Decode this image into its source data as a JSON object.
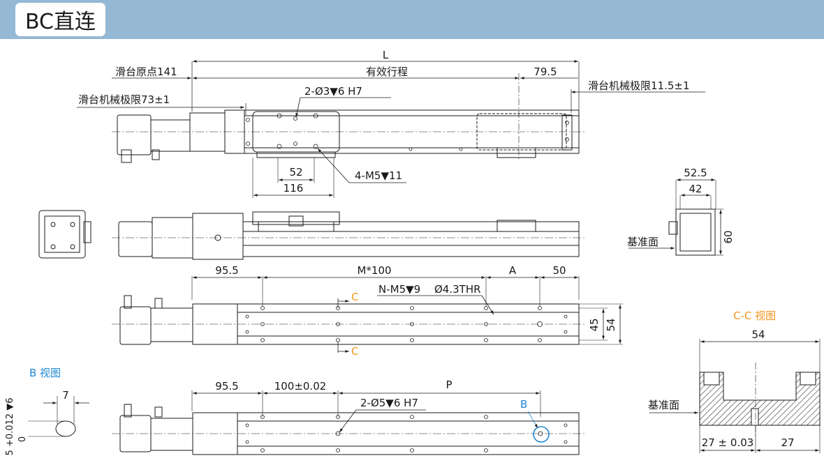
{
  "header": {
    "title": "BC直连"
  },
  "top_view": {
    "dim_L": "L",
    "slide_origin": "滑台原点141",
    "effective_stroke": "有效行程",
    "dim_79_5": "79.5",
    "mech_limit_left": "滑台机械极限73±1",
    "mech_limit_right": "滑台机械极限11.5±1",
    "hole_note": "2-Ø3▼6 H7",
    "dim_52": "52",
    "dim_116": "116",
    "screw_note": "4-M5▼11"
  },
  "end_view": {
    "dim_52_5": "52.5",
    "dim_42": "42",
    "dim_60": "60",
    "datum": "基准面"
  },
  "bottom_view_1": {
    "dim_95_5": "95.5",
    "dim_m100": "M*100",
    "dim_A": "A",
    "dim_50": "50",
    "thread_note": "N-M5▼9",
    "thru_note": "Ø4.3THR",
    "section_mark_top": "C",
    "section_mark_bottom": "C",
    "dim_45": "45",
    "dim_54": "54"
  },
  "section_view": {
    "label": "C-C 视图",
    "dim_54": "54",
    "datum": "基准面",
    "dim_27_tol": "27 ± 0.03",
    "dim_27": "27"
  },
  "bottom_view_2": {
    "dim_95_5": "95.5",
    "dim_100_tol": "100±0.02",
    "dim_P": "P",
    "pin_note": "2-Ø5▼6 H7",
    "detail_mark": "B"
  },
  "detail_b": {
    "label": "B 视图",
    "dim_7": "7",
    "dim_tol": "5 +0.012 ▼6",
    "dim_tol_low": "0"
  },
  "colors": {
    "header": "#95b8d4",
    "orange": "#f0961e",
    "blue": "#1e87d2",
    "ink": "#1a1a1a"
  }
}
